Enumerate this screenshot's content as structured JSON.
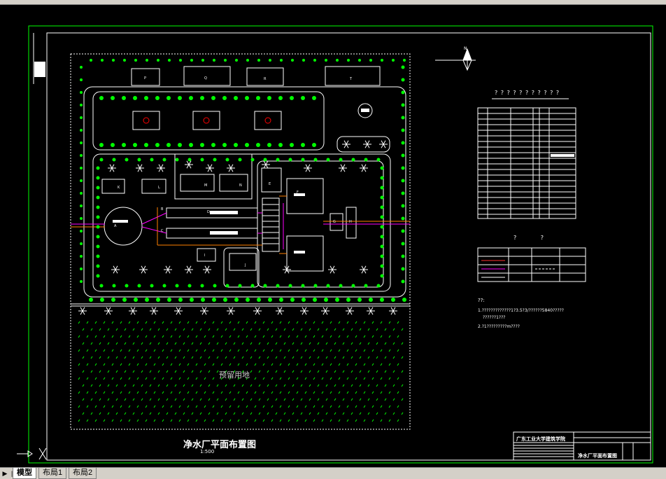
{
  "app": {
    "layout_tabs": [
      {
        "label": "模型",
        "active": true
      },
      {
        "label": "布局1",
        "active": false
      },
      {
        "label": "布局2",
        "active": false
      }
    ]
  },
  "drawing": {
    "title": "净水厂平面布置图",
    "scale": "1:500",
    "reserved_land_label": "预留用地",
    "north_arrow_label": "N"
  },
  "legend": {
    "title": "? ? ? ? ? ? ? ? ? ? ?",
    "symbol_title": "? ?",
    "notes_title": "??:",
    "note_1": "1.?????????????1?3.5?3/??????5840?????",
    "note_1b": "??????1???",
    "note_2": "2.?1?????????m????"
  },
  "title_block": {
    "school": "广东工业大学建筑学院",
    "sheet": "净水厂平面布置图"
  },
  "buildings": [
    {
      "label": "P"
    },
    {
      "label": "Q"
    },
    {
      "label": "R"
    },
    {
      "label": "T"
    },
    {
      "label": "K"
    },
    {
      "label": "L"
    },
    {
      "label": "M"
    },
    {
      "label": "N"
    },
    {
      "label": "A"
    },
    {
      "label": "B"
    },
    {
      "label": "C"
    },
    {
      "label": "D"
    },
    {
      "label": "E"
    },
    {
      "label": "F"
    },
    {
      "label": "G"
    },
    {
      "label": "H"
    },
    {
      "label": "I"
    },
    {
      "label": "J"
    }
  ],
  "colors": {
    "frame": "#00ff00",
    "trees": "#00ff00",
    "lines": "#ffffff",
    "pipe_magenta": "#ff00ff",
    "pipe_orange": "#ff8000"
  }
}
